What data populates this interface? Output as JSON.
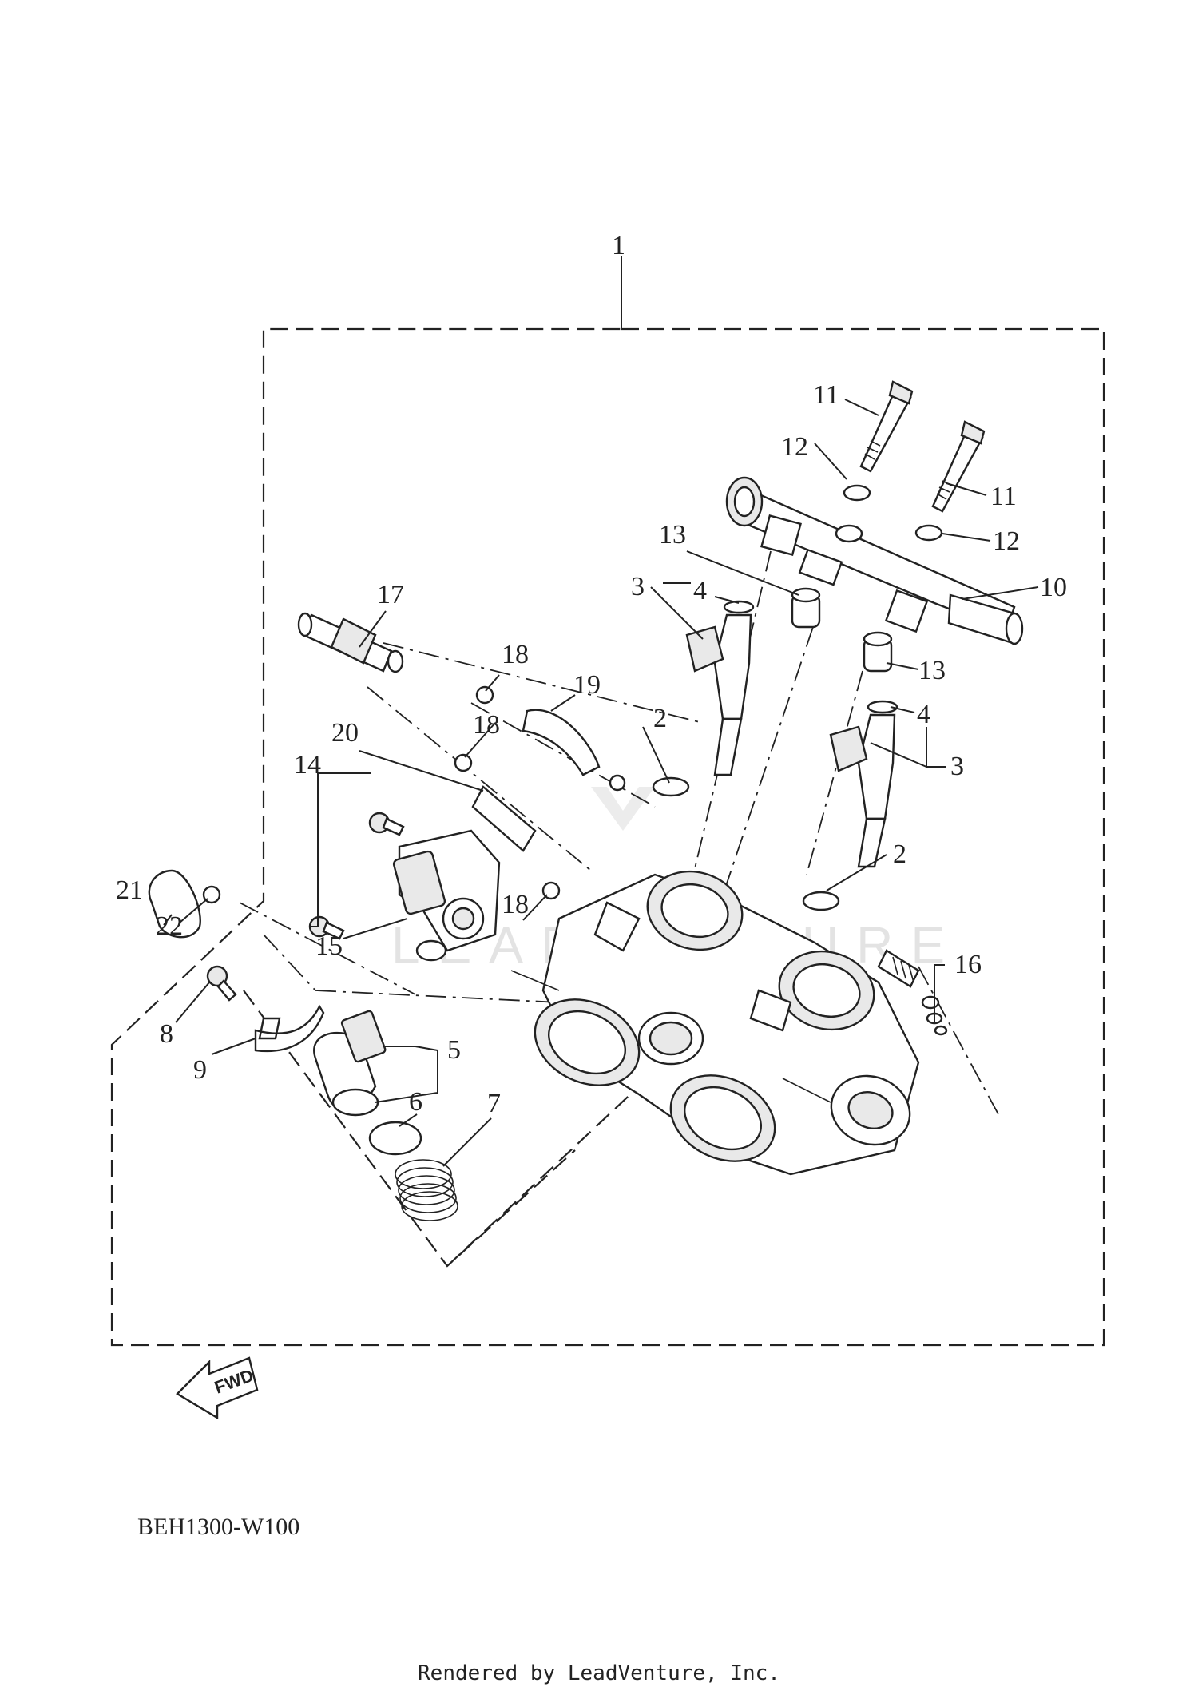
{
  "diagram": {
    "code": "BEH1300-W100",
    "rendered_by": "Rendered by LeadVenture, Inc.",
    "watermark": "LEADVENTURE",
    "fwd_label": "FWD",
    "callouts": [
      {
        "id": "c1",
        "label": "1"
      },
      {
        "id": "c2a",
        "label": "2"
      },
      {
        "id": "c2b",
        "label": "2"
      },
      {
        "id": "c3a",
        "label": "3"
      },
      {
        "id": "c3b",
        "label": "3"
      },
      {
        "id": "c4a",
        "label": "4"
      },
      {
        "id": "c4b",
        "label": "4"
      },
      {
        "id": "c5",
        "label": "5"
      },
      {
        "id": "c6",
        "label": "6"
      },
      {
        "id": "c7",
        "label": "7"
      },
      {
        "id": "c8",
        "label": "8"
      },
      {
        "id": "c9",
        "label": "9"
      },
      {
        "id": "c10",
        "label": "10"
      },
      {
        "id": "c11a",
        "label": "11"
      },
      {
        "id": "c11b",
        "label": "11"
      },
      {
        "id": "c12a",
        "label": "12"
      },
      {
        "id": "c12b",
        "label": "12"
      },
      {
        "id": "c13a",
        "label": "13"
      },
      {
        "id": "c13b",
        "label": "13"
      },
      {
        "id": "c14",
        "label": "14"
      },
      {
        "id": "c15",
        "label": "15"
      },
      {
        "id": "c16",
        "label": "16"
      },
      {
        "id": "c17",
        "label": "17"
      },
      {
        "id": "c18a",
        "label": "18"
      },
      {
        "id": "c18b",
        "label": "18"
      },
      {
        "id": "c18c",
        "label": "18"
      },
      {
        "id": "c19",
        "label": "19"
      },
      {
        "id": "c20",
        "label": "20"
      },
      {
        "id": "c21",
        "label": "21"
      },
      {
        "id": "c22",
        "label": "22"
      }
    ]
  }
}
